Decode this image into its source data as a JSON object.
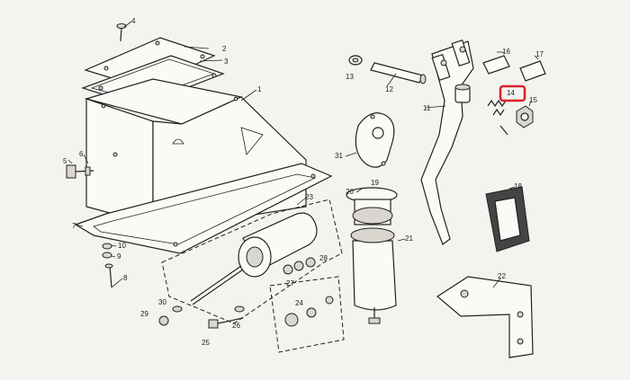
{
  "labels": {
    "p1": "1",
    "p2": "2",
    "p3": "3",
    "p4": "4",
    "p5": "5",
    "p6": "6",
    "p7": "7",
    "p8": "8",
    "p9": "9",
    "p10": "10",
    "p11": "11",
    "p12": "12",
    "p13": "13",
    "p14": "14",
    "p15": "15",
    "p16": "16",
    "p17": "17",
    "p18": "18",
    "p19": "19",
    "p20": "20",
    "p21": "21",
    "p22": "22",
    "p23": "23",
    "p24": "24",
    "p25": "25",
    "p26": "26",
    "p27": "27",
    "p28": "28",
    "p29": "29",
    "p30": "30",
    "p31": "31"
  },
  "highlight": {
    "part": "14",
    "color": "#d8232a"
  }
}
